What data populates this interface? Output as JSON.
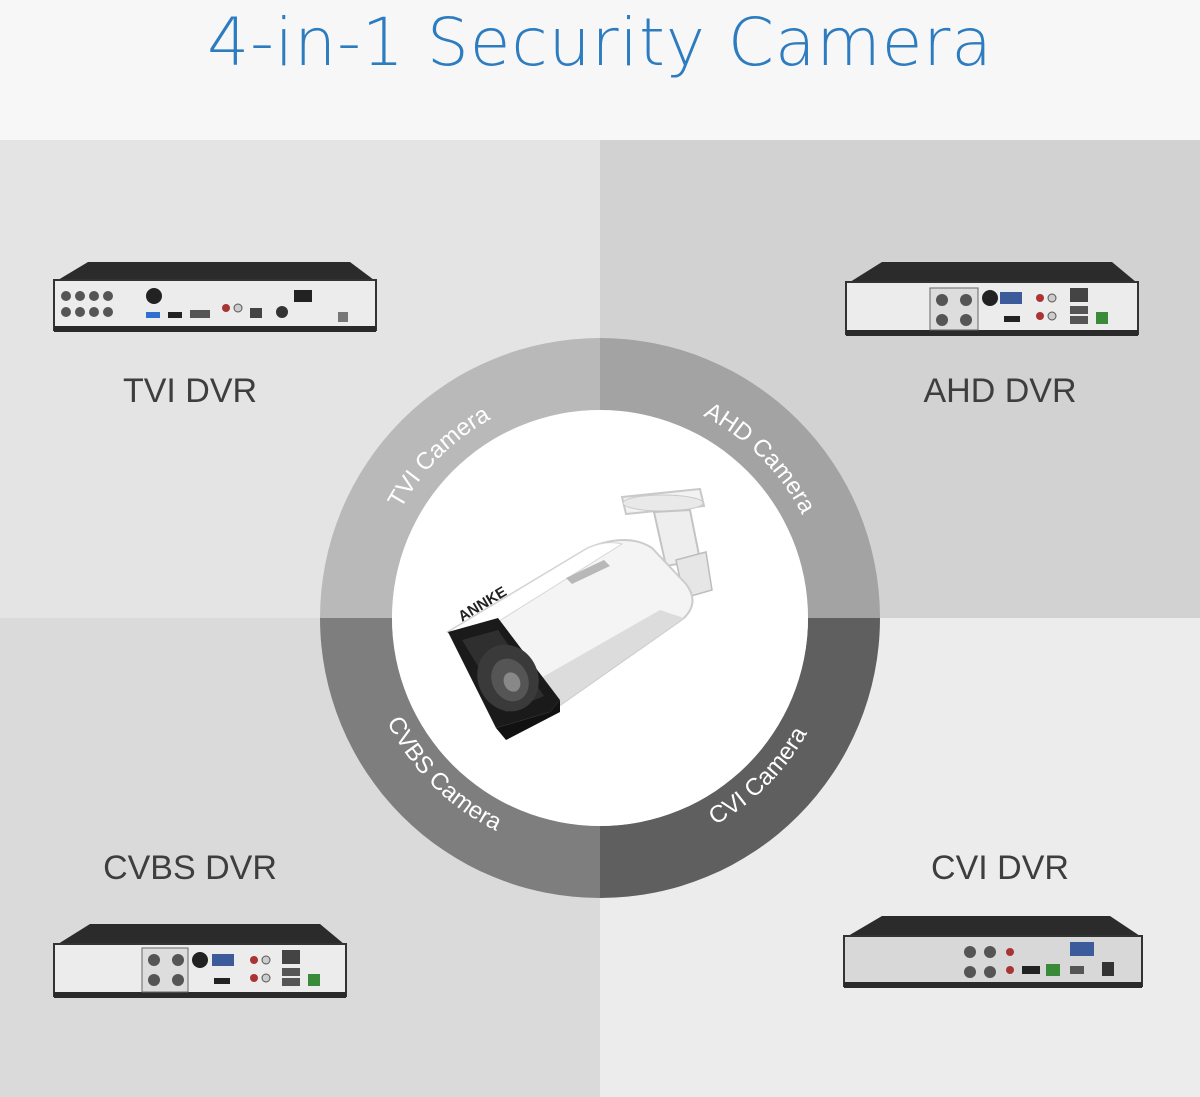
{
  "header": {
    "title": "4-in-1 Security Camera"
  },
  "dvrs": {
    "tvi": {
      "label": "TVI DVR"
    },
    "ahd": {
      "label": "AHD DVR"
    },
    "cvbs": {
      "label": "CVBS DVR"
    },
    "cvi": {
      "label": "CVI DVR"
    }
  },
  "ring": {
    "segments": [
      {
        "label": "TVI Camera",
        "color": "#b9b9b9"
      },
      {
        "label": "AHD Camera",
        "color": "#a3a3a3"
      },
      {
        "label": "CVI Camera",
        "color": "#5f5f5f"
      },
      {
        "label": "CVBS Camera",
        "color": "#7e7e7e"
      }
    ]
  },
  "camera": {
    "brand": "ANNKE"
  }
}
